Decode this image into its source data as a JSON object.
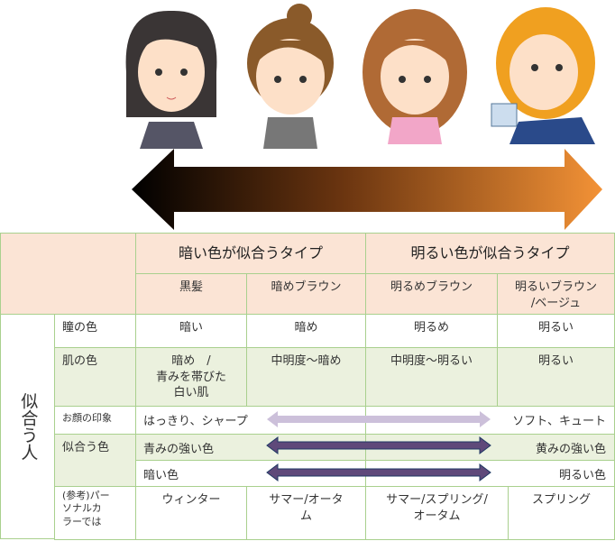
{
  "header": {
    "dark_type": "暗い色が似合うタイプ",
    "light_type": "明るい色が似合うタイプ",
    "hair": [
      "黒髪",
      "暗めブラウン",
      "明るめブラウン",
      "明るいブラウン\n/ベージュ"
    ]
  },
  "side_label": "似合う人",
  "rows": {
    "eye": {
      "label": "瞳の色",
      "values": [
        "暗い",
        "暗め",
        "明るめ",
        "明るい"
      ]
    },
    "skin": {
      "label": "肌の色",
      "values": [
        "暗め　/\n青みを帯びた\n白い肌",
        "中明度～暗め",
        "中明度～明るい",
        "明るい"
      ]
    },
    "impression": {
      "label": "お顔の印象",
      "left": "はっきり、シャープ",
      "right": "ソフト、キュート"
    },
    "colors": {
      "label": "似合う色",
      "left1": "青みの強い色",
      "right1": "黄みの強い色",
      "left2": "暗い色",
      "right2": "明るい色"
    },
    "personal": {
      "label": "(参考)パー\nソナルカ\nラーでは",
      "values": [
        "ウィンター",
        "サマー/オータ\nム",
        "サマー/スプリング/\nオータム",
        "スプリング"
      ]
    }
  },
  "colors": {
    "border": "#a9d08e",
    "header_bg": "#fbe4d5",
    "green_bg": "#ebf1de",
    "arrow_light": "#ccc0da",
    "arrow_dark": "#5f497a"
  }
}
